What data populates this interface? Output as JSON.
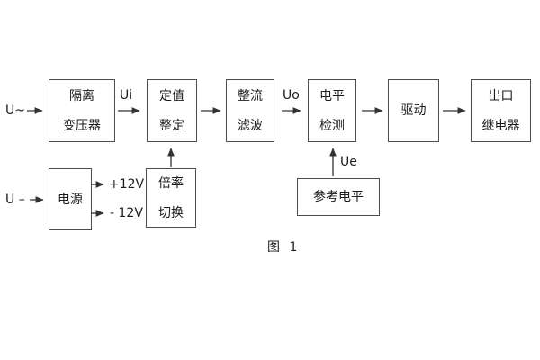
{
  "figure": {
    "caption": "图 1"
  },
  "labels": {
    "input_ac": "U~",
    "input_dc": "U –",
    "ui": "Ui",
    "uo": "Uo",
    "ue": "Ue",
    "plus12": "+12V",
    "minus12": "- 12V"
  },
  "blocks": {
    "isolation_transformer": {
      "line1": "隔离",
      "line2": "变压器"
    },
    "setting_adjust": {
      "line1": "定值",
      "line2": "整定"
    },
    "rectify_filter": {
      "line1": "整流",
      "line2": "滤波"
    },
    "level_detect": {
      "line1": "电平",
      "line2": "检测"
    },
    "drive": {
      "line1": "驱动"
    },
    "output_relay": {
      "line1": "出口",
      "line2": "继电器"
    },
    "power_supply": {
      "line1": "电源"
    },
    "ratio_switch": {
      "line1": "倍率",
      "line2": "切换"
    },
    "reference_level": {
      "line1": "参考电平"
    }
  },
  "colors": {
    "line": "#333333",
    "box_border": "#4d4d4d",
    "text": "#1c1c1c",
    "background": "#ffffff"
  }
}
